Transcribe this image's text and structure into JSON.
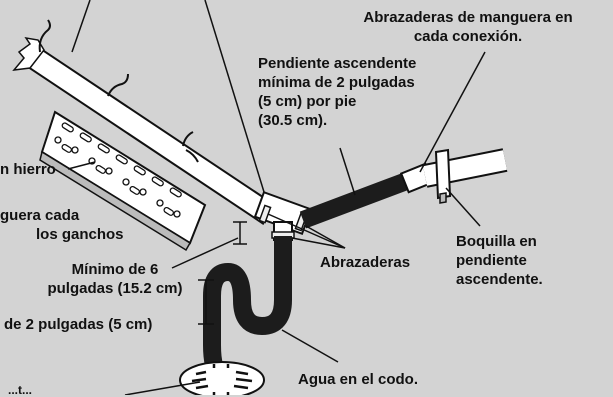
{
  "labels": {
    "hose_clamps": [
      "Abrazaderas de manguera en",
      "cada conexión."
    ],
    "upward_slope": [
      "Pendiente ascendente",
      "mínima de 2 pulgadas",
      "(5 cm) por pie",
      "(30.5 cm)."
    ],
    "iron_strap": "n hierro",
    "hose_every": [
      "guera cada",
      "los ganchos"
    ],
    "clamps": "Abrazaderas",
    "nozzle": [
      "Boquilla en",
      "pendiente",
      "ascendente."
    ],
    "min_six": [
      "Mínimo de 6",
      "pulgadas (15.2 cm)"
    ],
    "two_inch": "de 2 pulgadas (5 cm)",
    "water_elbow": "Agua en el codo.",
    "bottom_partial": "...t..."
  },
  "colors": {
    "background": "#d3d3d3",
    "hose": "#1c1c1c",
    "pipe_fill": "#ffffff",
    "line": "#111111"
  }
}
